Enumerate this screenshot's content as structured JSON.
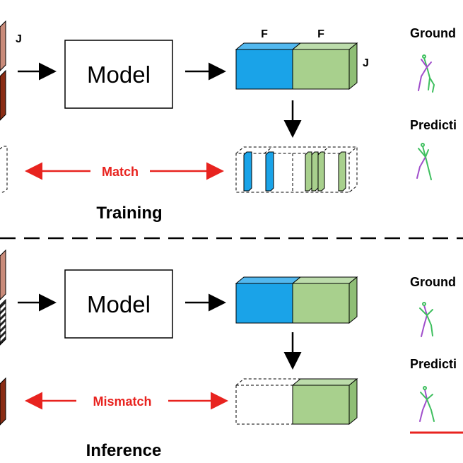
{
  "training": {
    "model_label": "Model",
    "section_title": "Training",
    "dim_f_left": "F",
    "dim_f_right": "F",
    "dim_j_top": "J",
    "dim_j_left": "J",
    "match_label": "Match",
    "ground_label": "Ground",
    "prediction_label": "Predicti"
  },
  "inference": {
    "model_label": "Model",
    "section_title": "Inference",
    "mismatch_label": "Mismatch",
    "ground_label": "Ground",
    "prediction_label": "Predicti"
  },
  "colors": {
    "blue": "#1aa3e8",
    "green": "#a8d08d",
    "red": "#e8231f",
    "brown_dark": "#a53a1f",
    "brown_light": "#d9a595",
    "skeleton_green": "#3fbf5f",
    "skeleton_purple": "#a04ecb"
  }
}
